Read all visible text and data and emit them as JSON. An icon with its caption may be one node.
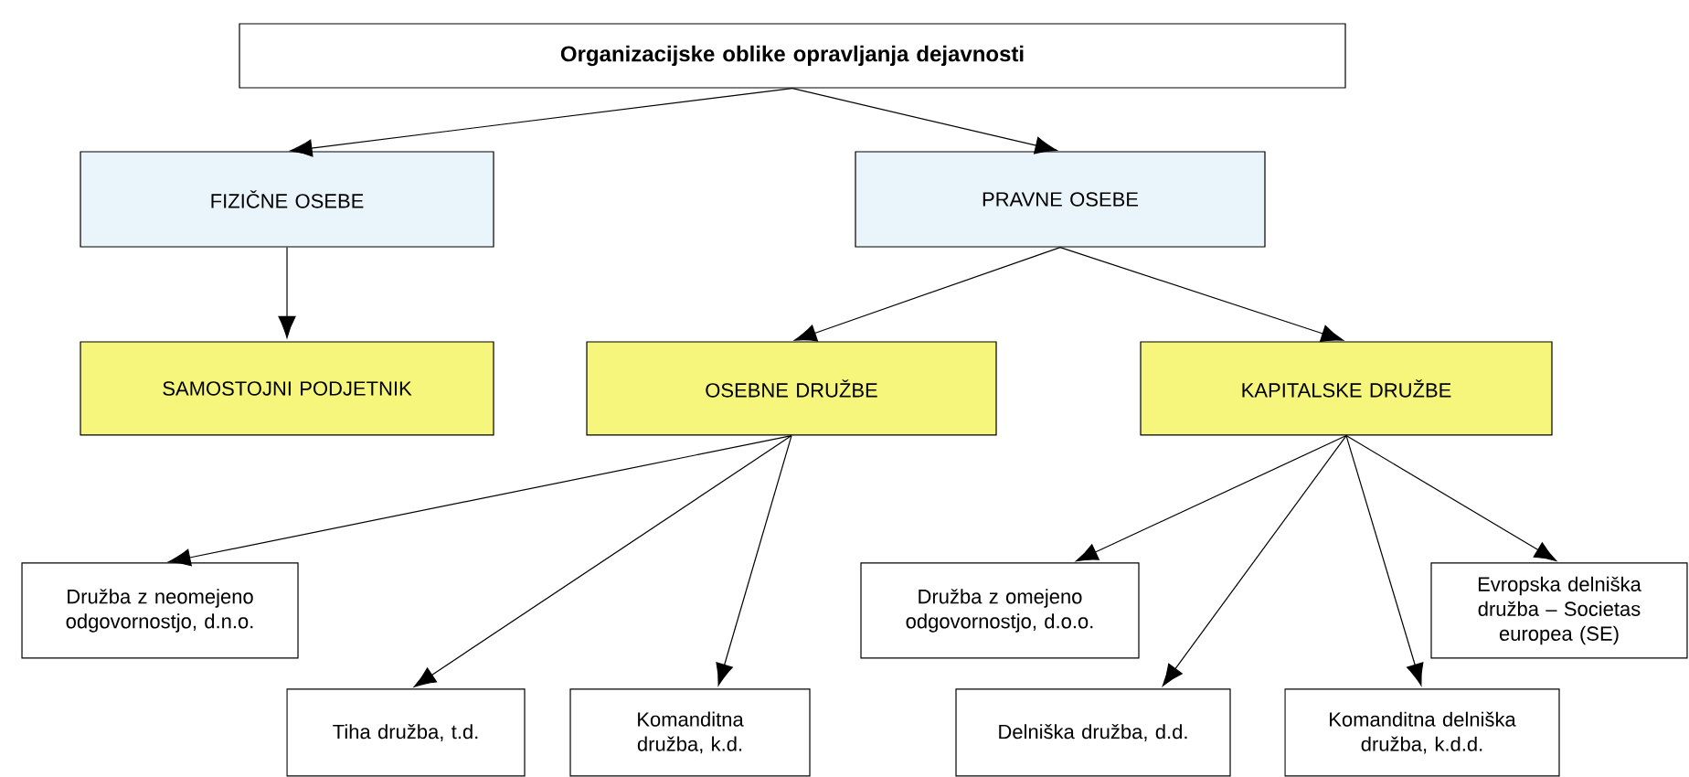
{
  "diagram": {
    "nodes": [
      {
        "text": [
          "Organizacijske oblike opravljanja dejavnosti"
        ]
      },
      {
        "text": [
          "FIZIČNE OSEBE"
        ]
      },
      {
        "text": [
          "PRAVNE OSEBE"
        ]
      },
      {
        "text": [
          "SAMOSTOJNI PODJETNIK"
        ]
      },
      {
        "text": [
          "OSEBNE DRUŽBE"
        ]
      },
      {
        "text": [
          "KAPITALSKE DRUŽBE"
        ]
      },
      {
        "text": [
          "Družba z neomejeno odgovornostjo, d.n.o."
        ]
      },
      {
        "text": [
          "Tiha družba, t.d."
        ]
      },
      {
        "text": [
          "Komanditna družba, k.d."
        ]
      },
      {
        "text": [
          "Družba z omejeno odgovornostjo, d.o.o."
        ]
      },
      {
        "text": [
          "Delniška družba, d.d."
        ]
      },
      {
        "text": [
          "Komanditna delniška družba, k.d.d."
        ]
      },
      {
        "text": [
          "Evropska delniška družba – Societas europea (SE)"
        ]
      }
    ],
    "edges": [
      {
        "from": 0,
        "to": 1,
        "arrow": "to"
      },
      {
        "from": 0,
        "to": 2,
        "arrow": "to"
      },
      {
        "from": 1,
        "to": 3,
        "arrow": "to"
      },
      {
        "from": 2,
        "to": 4,
        "arrow": "to"
      },
      {
        "from": 2,
        "to": 5,
        "arrow": "to"
      },
      {
        "from": 4,
        "to": 6,
        "arrow": "to"
      },
      {
        "from": 4,
        "to": 7,
        "arrow": "to"
      },
      {
        "from": 4,
        "to": 8,
        "arrow": "to"
      },
      {
        "from": 5,
        "to": 9,
        "arrow": "to"
      },
      {
        "from": 5,
        "to": 10,
        "arrow": "to"
      },
      {
        "from": 5,
        "to": 11,
        "arrow": "to"
      },
      {
        "from": 5,
        "to": 12,
        "arrow": "to"
      }
    ]
  }
}
